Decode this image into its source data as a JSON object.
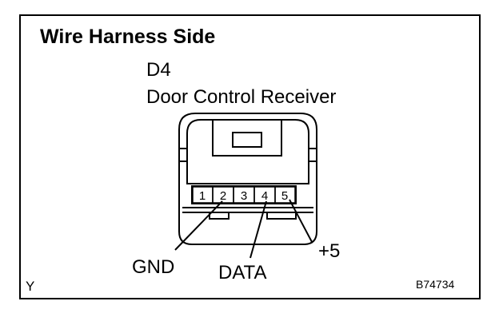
{
  "title": "Wire Harness Side",
  "connector": {
    "code": "D4",
    "name": "Door Control Receiver",
    "pins": [
      "1",
      "2",
      "3",
      "4",
      "5"
    ]
  },
  "signals": {
    "gnd": "GND",
    "data": "DATA",
    "power": "+5"
  },
  "corner_left": "Y",
  "figure_code": "B74734"
}
